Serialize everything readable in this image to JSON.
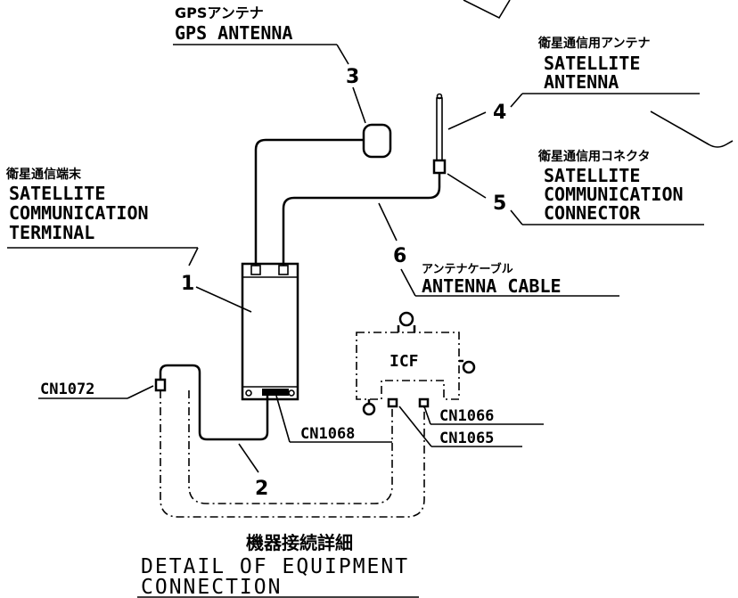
{
  "labels": {
    "gps_jp": "GPSアンテナ",
    "gps_en": "GPS ANTENNA",
    "sat_ant_jp": "衛星通信用アンテナ",
    "sat_ant_en1": "SATELLITE",
    "sat_ant_en2": "ANTENNA",
    "sat_conn_jp": "衛星通信用コネクタ",
    "sat_conn_en1": "SATELLITE",
    "sat_conn_en2": "COMMUNICATION",
    "sat_conn_en3": "CONNECTOR",
    "term_jp": "衛星通信端末",
    "term_en1": "SATELLITE",
    "term_en2": "COMMUNICATION",
    "term_en3": "TERMINAL",
    "cable_jp": "アンテナケーブル",
    "cable_en": "ANTENNA CABLE",
    "icf": "ICF",
    "cn1066": "CN1066",
    "cn1065": "CN1065",
    "cn1068": "CN1068",
    "cn1072": "CN1072",
    "title_jp": "機器接続詳細",
    "title_en1": "DETAIL OF EQUIPMENT",
    "title_en2": "CONNECTION"
  },
  "callouts": {
    "n1": "1",
    "n2": "2",
    "n3": "3",
    "n4": "4",
    "n5": "5",
    "n6": "6"
  }
}
